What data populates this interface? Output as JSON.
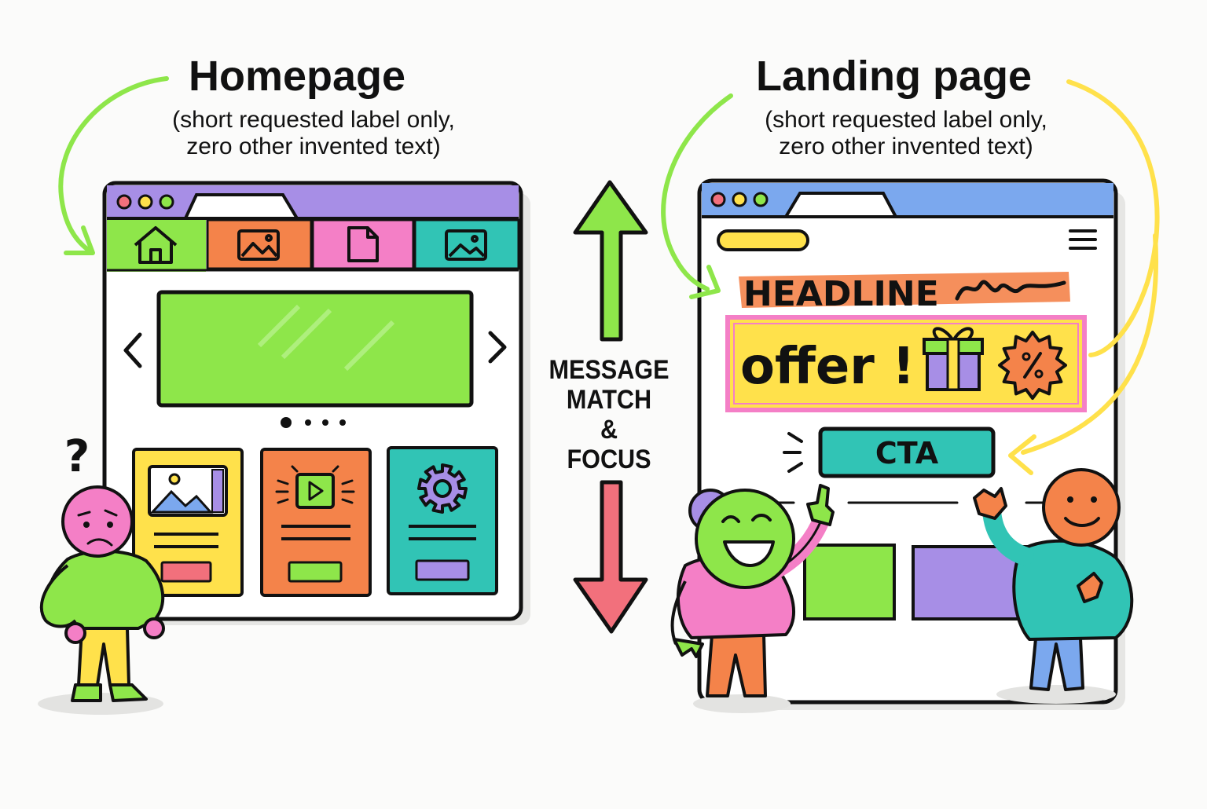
{
  "left": {
    "title": "Homepage",
    "subtitle_line1": "(short requested label only,",
    "subtitle_line2": "zero other invented text)",
    "question_mark": "?"
  },
  "right": {
    "title": "Landing page",
    "subtitle_line1": "(short requested label only,",
    "subtitle_line2": "zero other invented text)",
    "headline": "HEADLINE",
    "offer": "offer !",
    "cta": "CTA"
  },
  "center": {
    "line1": "MESSAGE",
    "line2": "MATCH",
    "line3": "&",
    "line4": "FOCUS"
  },
  "colors": {
    "green": "#8ee64a",
    "orange": "#f4834a",
    "pink": "#f47fc6",
    "teal": "#31c4b5",
    "yellow": "#ffe14b",
    "purple": "#a78ee6",
    "blue": "#7ba8ee",
    "red": "#f2707c"
  },
  "icons": [
    "home-icon",
    "image-icon",
    "document-icon",
    "photo-icon",
    "video-icon",
    "gear-icon",
    "gift-icon",
    "percent-badge-icon",
    "hamburger-menu-icon",
    "chevron-left-icon",
    "chevron-right-icon"
  ]
}
